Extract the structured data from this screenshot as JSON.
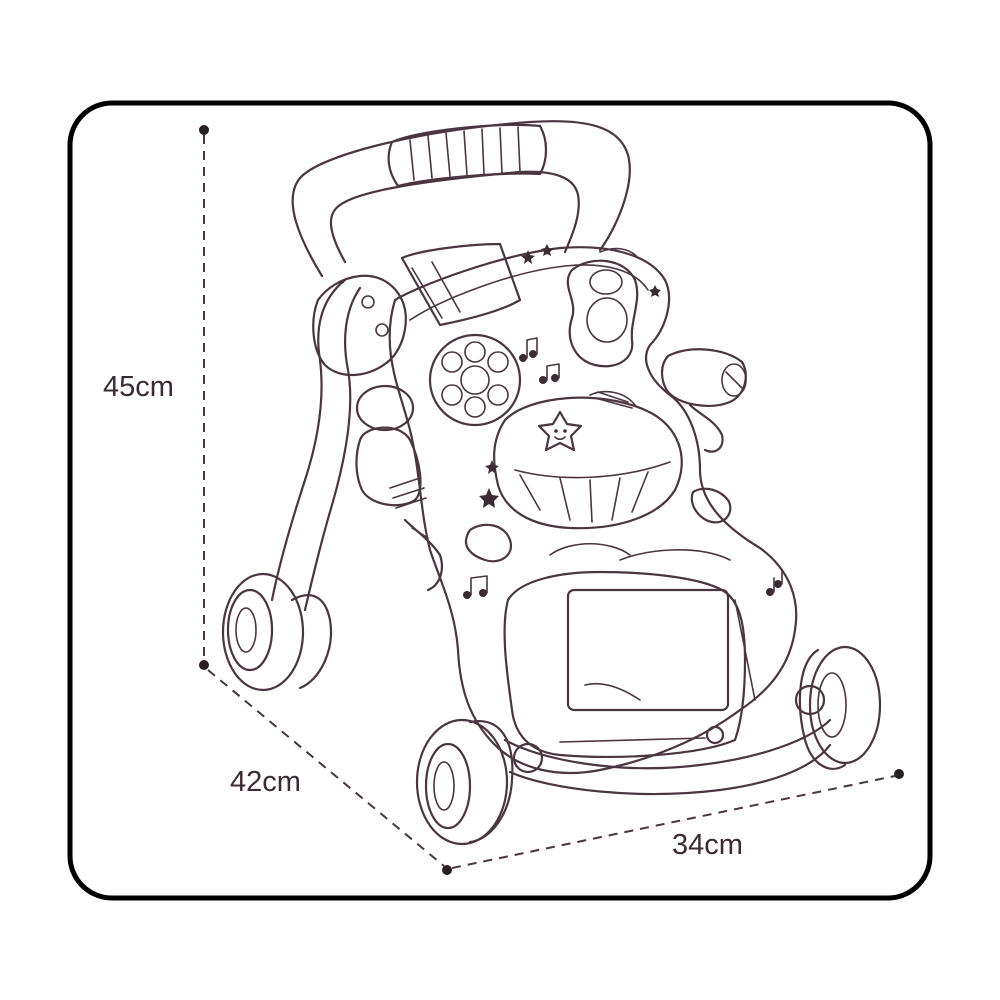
{
  "dimensions": {
    "height": "45cm",
    "depth": "42cm",
    "width": "34cm"
  },
  "colors": {
    "frame": "#000000",
    "ink": "#4a3540",
    "background": "#ffffff"
  },
  "icons": [
    "music-note-icon",
    "star-icon",
    "smiley-star-icon"
  ]
}
